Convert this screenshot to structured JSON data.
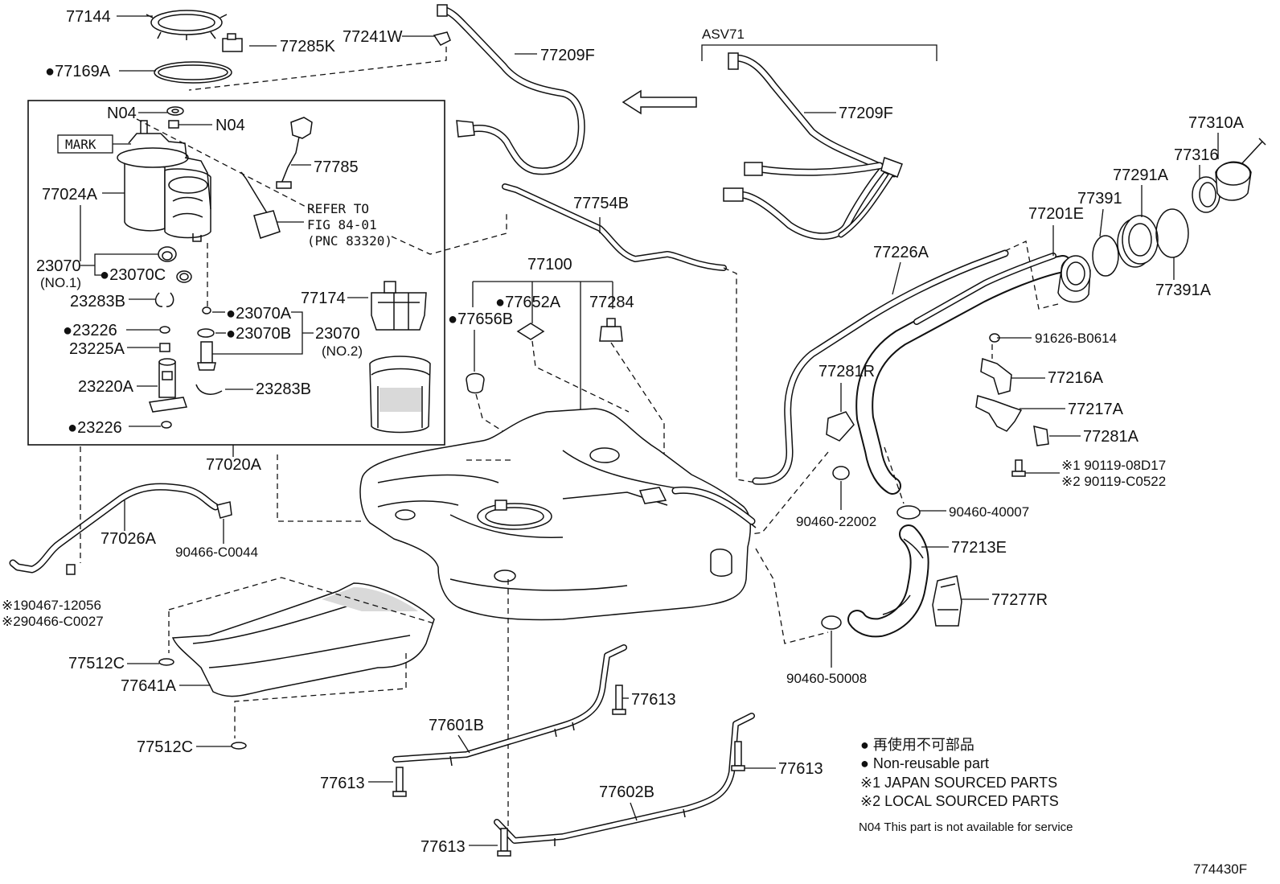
{
  "callouts": [
    "77144",
    "77285K",
    "77241W",
    "77209F",
    "●77169A",
    "N04",
    "N04",
    "77785",
    "77024A",
    "23070",
    "●23070C",
    "23283B",
    "77174",
    "●23070A",
    "●23226",
    "●23070B",
    "23070",
    "23225A",
    "23220A",
    "23283B",
    "●23226",
    "77020A",
    "77754B",
    "77100",
    "●77652A",
    "77284",
    "●77656B",
    "77209F",
    "77310A",
    "77316",
    "77291A",
    "77391",
    "77201E",
    "77226A",
    "77391A",
    "91626-B0614",
    "77281R",
    "77216A",
    "77217A",
    "77281A",
    "※1 90119-08D17",
    "※2 90119-C0522",
    "90460-22002",
    "90460-40007",
    "77213E",
    "77277R",
    "90460-50008",
    "77026A",
    "90466-C0044",
    "※190467-12056",
    "※290466-C0027",
    "77512C",
    "77641A",
    "77512C",
    "77613",
    "77601B",
    "77613",
    "77613",
    "77602B",
    "77613"
  ],
  "notes": {
    "model": "ASV71",
    "mark": "MARK",
    "refer": [
      "REFER TO",
      "FIG 84-01",
      "(PNC 83320)"
    ],
    "no1": "(NO.1)",
    "no2": "(NO.2)"
  },
  "legend": {
    "nonreusable_jp": "● 再使用不可部品",
    "nonreusable_en": "● Non-reusable part",
    "japan": "※1 JAPAN SOURCED PARTS",
    "local": "※2 LOCAL SOURCED PARTS",
    "n04": "N04 This part is not available for service"
  },
  "figure_id": "774430F"
}
